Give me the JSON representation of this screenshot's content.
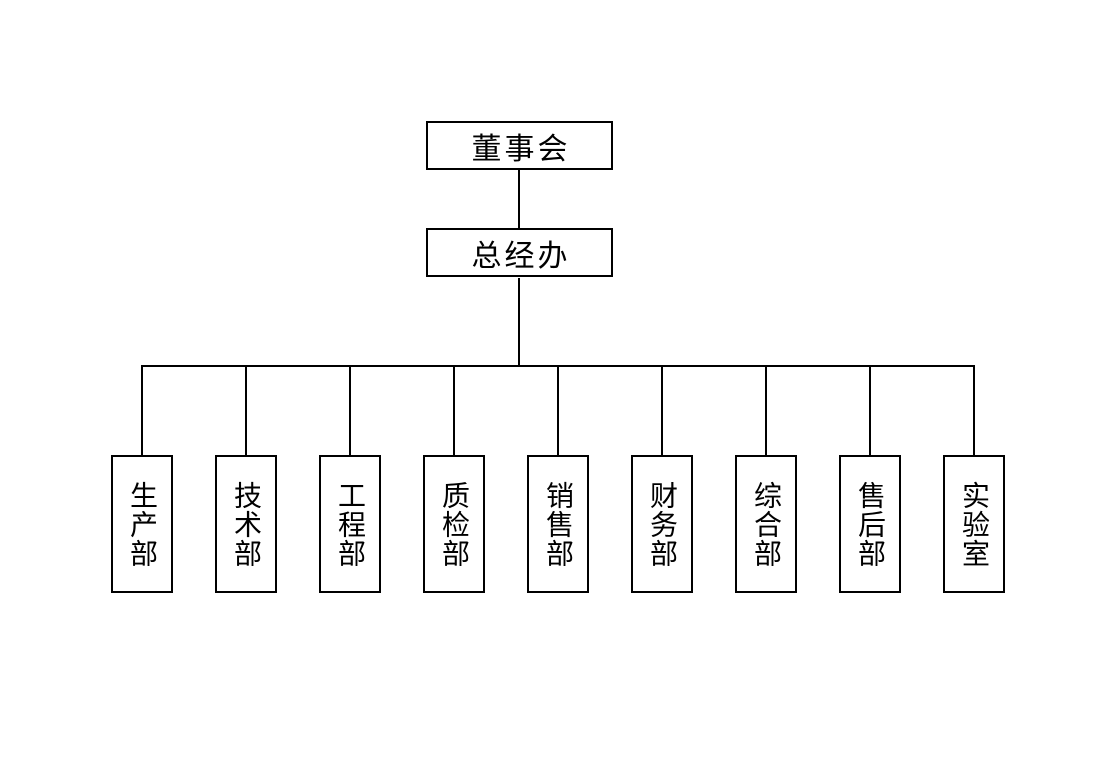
{
  "org_chart": {
    "title": "company-organization-chart",
    "root": {
      "label": "董事会"
    },
    "office": {
      "label": "总经办"
    },
    "departments": [
      {
        "label": "生产部"
      },
      {
        "label": "技术部"
      },
      {
        "label": "工程部"
      },
      {
        "label": "质检部"
      },
      {
        "label": "销售部"
      },
      {
        "label": "财务部"
      },
      {
        "label": "综合部"
      },
      {
        "label": "售后部"
      },
      {
        "label": "实验室"
      }
    ],
    "colors": {
      "background": "#ffffff",
      "box_border": "#000000",
      "connector_line": "#000000",
      "text": "#000000"
    }
  }
}
